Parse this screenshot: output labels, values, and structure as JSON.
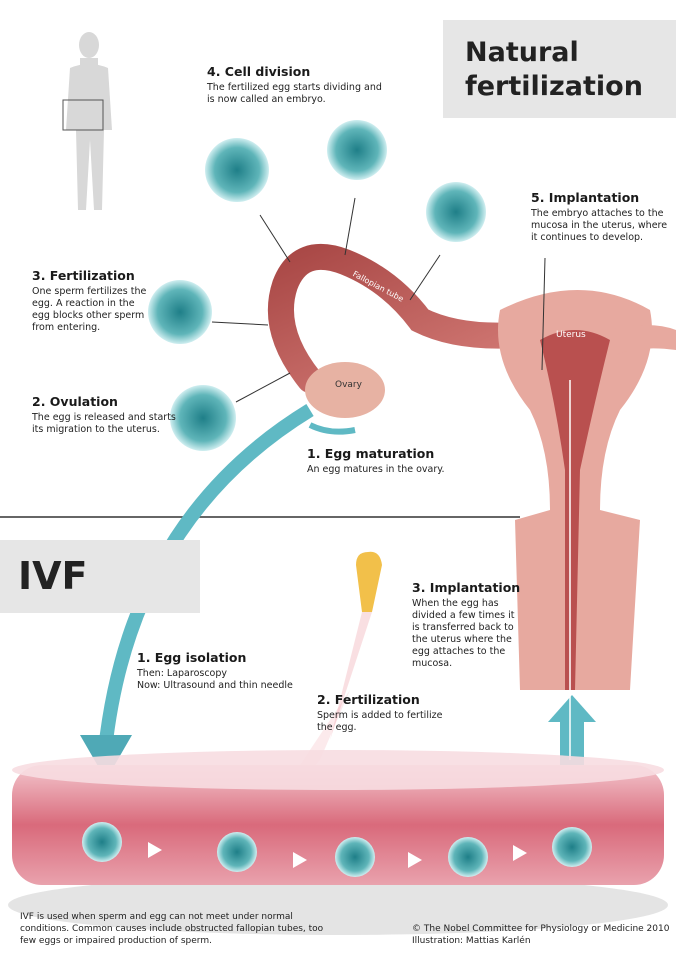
{
  "natural": {
    "title_line1": "Natural",
    "title_line2": "fertilization",
    "steps": [
      {
        "heading": "1. Egg maturation",
        "text": "An egg matures in the ovary."
      },
      {
        "heading": "2. Ovulation",
        "text": "The egg is released and starts its migration to the uterus."
      },
      {
        "heading": "3. Fertilization",
        "text": "One sperm fertilizes the egg. A reaction in the egg blocks other sperm from entering."
      },
      {
        "heading": "4. Cell division",
        "text": "The fertilized egg starts dividing and is now called an embryo."
      },
      {
        "heading": "5. Implantation",
        "text": "The embryo attaches to the mucosa in the uterus, where it continues to develop."
      }
    ],
    "labels": {
      "ovary": "Ovary",
      "fallopian_tube": "Fallopian tube",
      "uterus": "Uterus"
    }
  },
  "ivf": {
    "title": "IVF",
    "steps": [
      {
        "heading": "1. Egg isolation",
        "line1": "Then: Laparoscopy",
        "line2": "Now: Ultrasound and thin needle"
      },
      {
        "heading": "2. Fertilization",
        "text": "Sperm is added to fertilize the egg."
      },
      {
        "heading": "3. Implantation",
        "text": "When the egg has divided a few times it is transferred back to the uterus where the egg attaches to the mucosa."
      }
    ]
  },
  "footer": {
    "note": "IVF is used when sperm and egg can not meet under normal conditions. Common causes include obstructed fallopian tubes, too few eggs or impaired production of sperm.",
    "copyright": "© The Nobel Committee for Physiology or Medicine 2010",
    "credit": "Illustration: Mattias Karlén"
  },
  "colors": {
    "cell": "#3aa6ad",
    "tissue": "#c8615f",
    "dish": "#d9707f",
    "arrow": "#5fb9c4",
    "titlebox": "#e6e6e6"
  }
}
